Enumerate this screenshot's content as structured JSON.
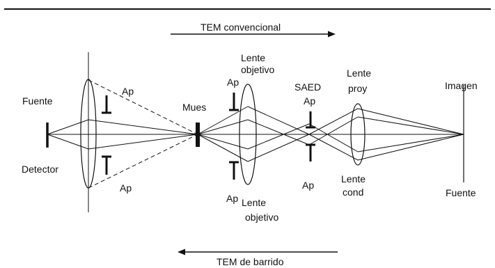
{
  "labels": {
    "tem_conventional": "TEM convencional",
    "tem_scanning": "TEM de barrido",
    "source_left": "Fuente",
    "detector": "Detector",
    "aperture_upper_left": "Ap",
    "aperture_lower_left": "Ap",
    "sample": "Mues",
    "objective_lens_top_line1": "Lente",
    "objective_lens_top_line2": "objetivo",
    "aperture_obj_upper": "Ap",
    "aperture_obj_lower": "Ap",
    "objective_lens_bottom_line1": "Lente",
    "objective_lens_bottom_line2": "objetivo",
    "saed": "SAED",
    "aperture_saed_upper": "Ap",
    "aperture_saed_lower": "Ap",
    "projector_lens_line1": "Lente",
    "projector_lens_line2": "proy",
    "condenser_lens_line1": "Lente",
    "condenser_lens_line2": "cond",
    "image": "Imagen",
    "source_right": "Fuente"
  },
  "colors": {
    "ink": "#111111",
    "background": "#ffffff"
  }
}
